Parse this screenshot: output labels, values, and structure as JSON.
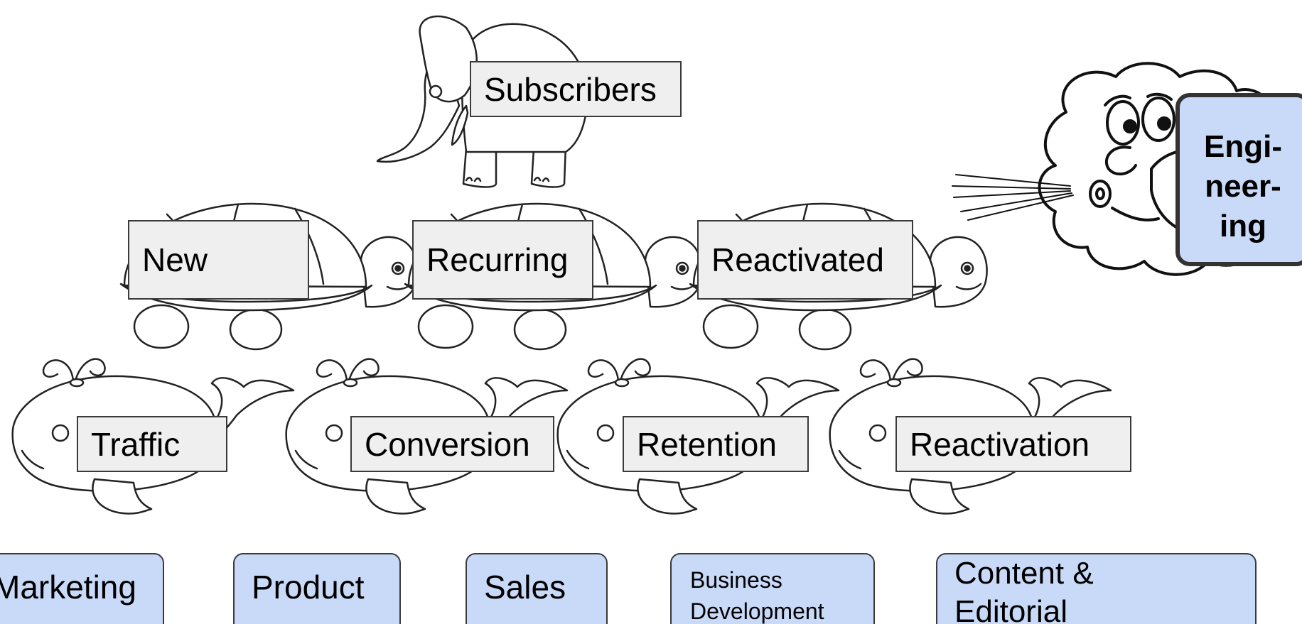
{
  "labels": {
    "subscribers": "Subscribers",
    "new": "New",
    "recurring": "Recurring",
    "reactivated": "Reactivated",
    "traffic": "Traffic",
    "conversion": "Conversion",
    "retention": "Retention",
    "reactivation": "Reactivation"
  },
  "engineering": {
    "line1": "Engi-",
    "line2": "neer-",
    "line3": "ing"
  },
  "teams": {
    "marketing": "Marketing",
    "product": "Product",
    "sales": "Sales",
    "business_line1": "Business",
    "business_line2": "Development",
    "content_line1": "Content &",
    "content_line2": "Editorial"
  },
  "icons": [
    "elephant-icon",
    "turtle-icon",
    "whale-icon",
    "blowing-cloud-icon"
  ],
  "colors": {
    "team_fill": "#c9daf8",
    "label_fill": "#efefef",
    "outline": "#3a3a3a"
  }
}
